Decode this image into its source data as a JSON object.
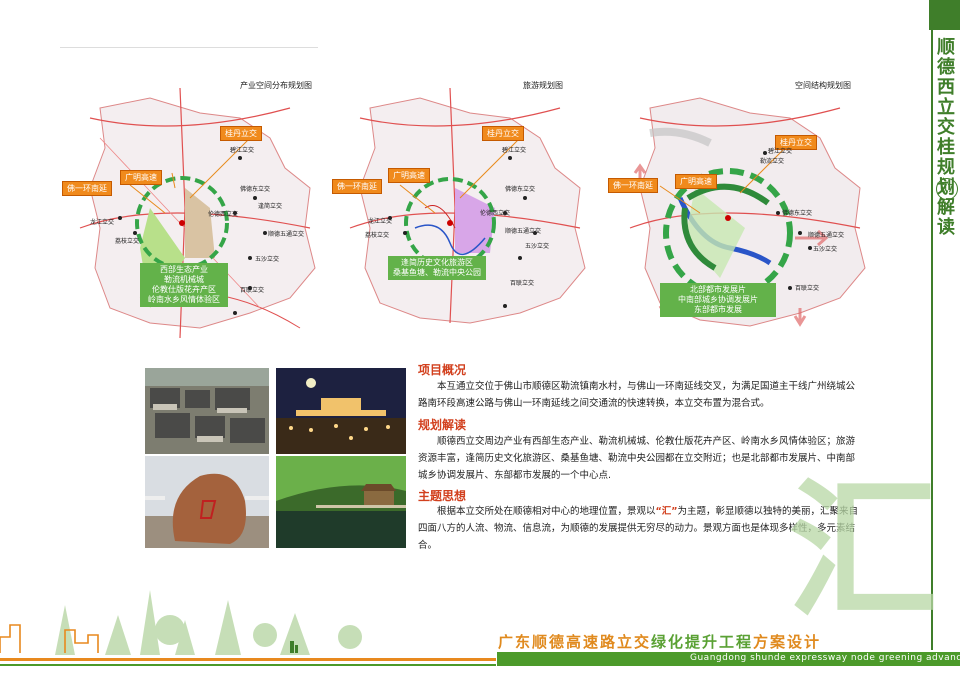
{
  "side_tab": {
    "title": "顺德西立交桂规划解读",
    "page_number": "07"
  },
  "maps": [
    {
      "title": "产业空间分布规划图",
      "callouts": [
        "桂丹立交",
        "广明高速",
        "佛一环南延"
      ],
      "nodes": [
        "碧江立交",
        "龙江立交",
        "荔枝立交",
        "佛德东立交",
        "伦德西立交",
        "逢简立交",
        "顺德五通立交",
        "百联立交",
        "五沙立交"
      ],
      "legend_lines": [
        "西部生态产业",
        "勒流机械城",
        "伦教仕版花卉产区",
        "岭南水乡风情体验区"
      ]
    },
    {
      "title": "旅游规划图",
      "callouts": [
        "桂丹立交",
        "广明高速",
        "佛一环南延"
      ],
      "nodes": [
        "碧江立交",
        "龙江立交",
        "荔枝立交",
        "佛德东立交",
        "伦德西立交",
        "顺德五通立交",
        "五沙立交",
        "百联立交"
      ],
      "legend_lines": [
        "逢简历史文化旅游区",
        "桑基鱼塘、勒流中央公园"
      ]
    },
    {
      "title": "空间结构规划图",
      "callouts": [
        "桂丹立交",
        "广明高速",
        "佛一环南延"
      ],
      "nodes": [
        "碧江立交",
        "勒流立交",
        "佛德东立交",
        "顺德五通立交",
        "五沙立交",
        "百联立交"
      ],
      "legend_lines": [
        "北部都市发展片",
        "中南部城乡协调发展片",
        "东部都市发展"
      ]
    }
  ],
  "sections": [
    {
      "heading": "项目概况",
      "text": "本互通立交位于佛山市顺德区勒流镇南水村，与佛山一环南延线交叉，为满足国道主干线广州绕城公路南环段高速公路与佛山一环南延线之间交通流的快速转换，本立交布置为混合式。"
    },
    {
      "heading": "规划解读",
      "text": "顺德西立交周边产业有西部生态产业、勒流机械城、伦教仕版花卉产区、岭南水乡风情体验区；旅游资源丰富，逢简历史文化旅游区、桑基鱼塘、勒流中央公园都在立交附近；也是北部都市发展片、中南部城乡协调发展片、东部都市发展的一个中心点."
    },
    {
      "heading": "主题思想",
      "text_before": "根据本立交所处在顺德相对中心的地理位置，景观以",
      "highlight": "“汇”",
      "text_after": "为主题，彰显顺德以独特的美丽，汇聚来自四面八方的人流、物流、信息流，为顺德的发展提供无穷尽的动力。景观方面也是体现多样性，多元素结合。"
    }
  ],
  "watermark_char": "汇",
  "footer": {
    "title_orange_1": "广东顺德高速路立交",
    "title_green": "绿化提升工程",
    "title_orange_2": "方案设计",
    "english": "Guangdong shunde expressway node greening advance"
  },
  "colors": {
    "brand_green": "#3f7e2a",
    "accent_orange": "#e8891e",
    "heading_red": "#d2401e"
  }
}
